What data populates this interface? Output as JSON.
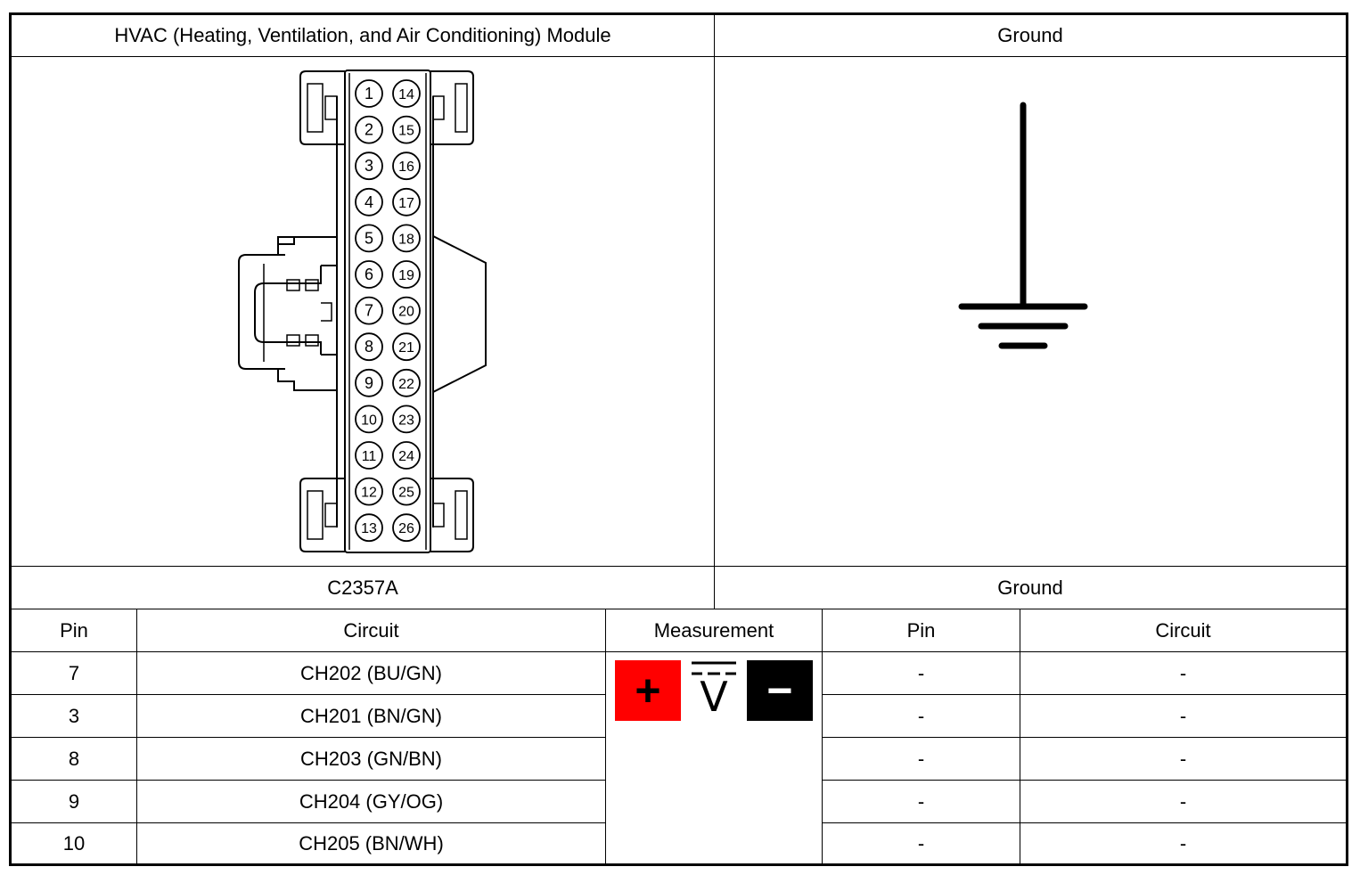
{
  "headers": {
    "left_module": "HVAC (Heating, Ventilation, and Air Conditioning) Module",
    "right_module": "Ground"
  },
  "connectors": {
    "left_id": "C2357A",
    "right_id": "Ground"
  },
  "connector_pins": {
    "left_column": [
      "1",
      "2",
      "3",
      "4",
      "5",
      "6",
      "7",
      "8",
      "9",
      "10",
      "11",
      "12",
      "13"
    ],
    "right_column": [
      "14",
      "15",
      "16",
      "17",
      "18",
      "19",
      "20",
      "21",
      "22",
      "23",
      "24",
      "25",
      "26"
    ]
  },
  "table": {
    "columns": [
      "Pin",
      "Circuit",
      "Measurement",
      "Pin",
      "Circuit"
    ],
    "rows": [
      {
        "pin": "7",
        "circuit": "CH202 (BU/GN)",
        "pin2": "-",
        "circuit2": "-"
      },
      {
        "pin": "3",
        "circuit": "CH201 (BN/GN)",
        "pin2": "-",
        "circuit2": "-"
      },
      {
        "pin": "8",
        "circuit": "CH203 (GN/BN)",
        "pin2": "-",
        "circuit2": "-"
      },
      {
        "pin": "9",
        "circuit": "CH204 (GY/OG)",
        "pin2": "-",
        "circuit2": "-"
      },
      {
        "pin": "10",
        "circuit": "CH205 (BN/WH)",
        "pin2": "-",
        "circuit2": "-"
      }
    ]
  },
  "measurement": {
    "positive_symbol": "+",
    "negative_symbol": "−",
    "dc_voltage_symbol": "V",
    "positive_color": "#ff0000",
    "negative_color": "#000000"
  },
  "icons": {
    "connector": "connector-face-icon",
    "ground": "ground-symbol-icon",
    "meter": "dc-voltmeter-icon"
  }
}
